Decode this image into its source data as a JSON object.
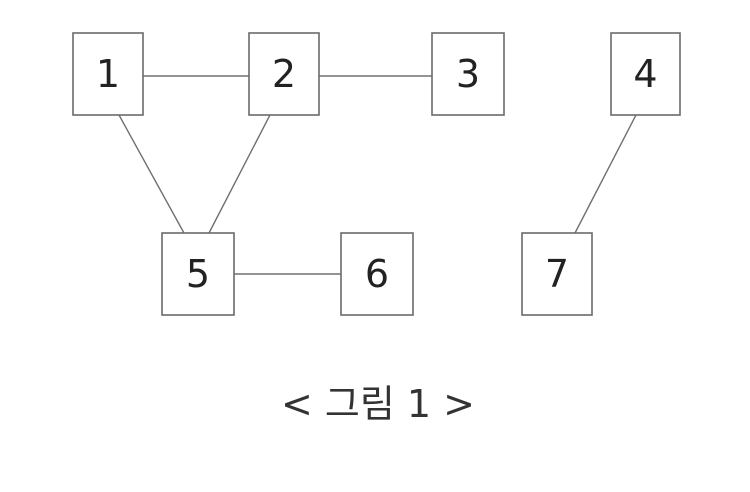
{
  "diagram": {
    "nodes": [
      {
        "id": "1",
        "label": "1"
      },
      {
        "id": "2",
        "label": "2"
      },
      {
        "id": "3",
        "label": "3"
      },
      {
        "id": "4",
        "label": "4"
      },
      {
        "id": "5",
        "label": "5"
      },
      {
        "id": "6",
        "label": "6"
      },
      {
        "id": "7",
        "label": "7"
      }
    ],
    "edges": [
      {
        "from": "1",
        "to": "2"
      },
      {
        "from": "2",
        "to": "3"
      },
      {
        "from": "1",
        "to": "5"
      },
      {
        "from": "2",
        "to": "5"
      },
      {
        "from": "5",
        "to": "6"
      },
      {
        "from": "4",
        "to": "7"
      }
    ],
    "caption": "< 그림 1 >"
  }
}
